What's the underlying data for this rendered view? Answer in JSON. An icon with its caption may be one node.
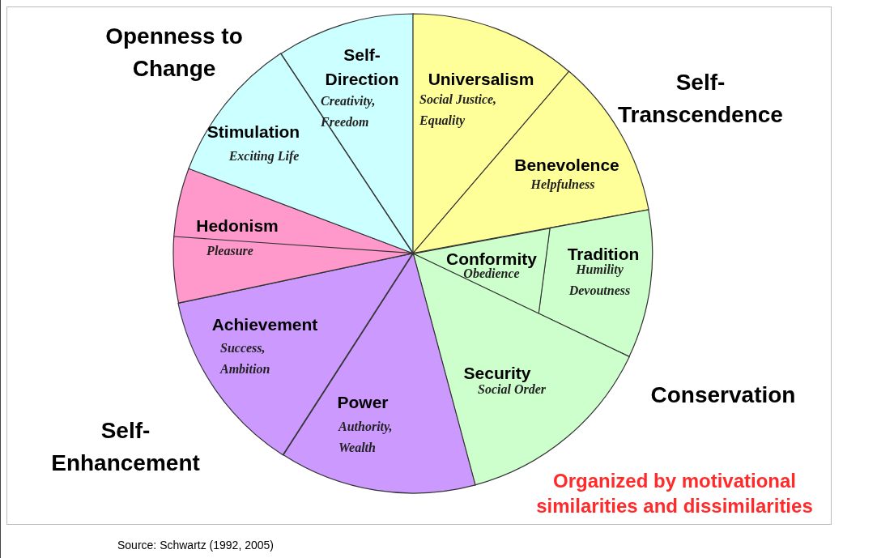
{
  "diagram": {
    "caption": "Source: Schwartz (1992, 2005)",
    "nodes": [
      {
        "text": [
          "Self-Direction",
          "Creativity, Freedom"
        ]
      },
      {
        "text": [
          "Universalism",
          "Social Justice, Equality"
        ]
      },
      {
        "text": [
          "Benevolence",
          "Helpfulness"
        ]
      },
      {
        "text": [
          "Tradition",
          "Humility Devoutness"
        ]
      },
      {
        "text": [
          "Conformity",
          "Obedience"
        ]
      },
      {
        "text": [
          "Security",
          "Social Order"
        ]
      },
      {
        "text": [
          "Power",
          "Authority, Wealth"
        ]
      },
      {
        "text": [
          "Achievement",
          "Success, Ambition"
        ]
      },
      {
        "text": [
          "Hedonism",
          "Pleasure"
        ]
      },
      {
        "text": [
          "Stimulation",
          "Exciting Life"
        ]
      }
    ],
    "labels": [
      "Openness to Change",
      "Self-Transcendence",
      "Conservation",
      "Self-Enhancement",
      "Organized by motivational similarities and dissimilarities"
    ]
  }
}
